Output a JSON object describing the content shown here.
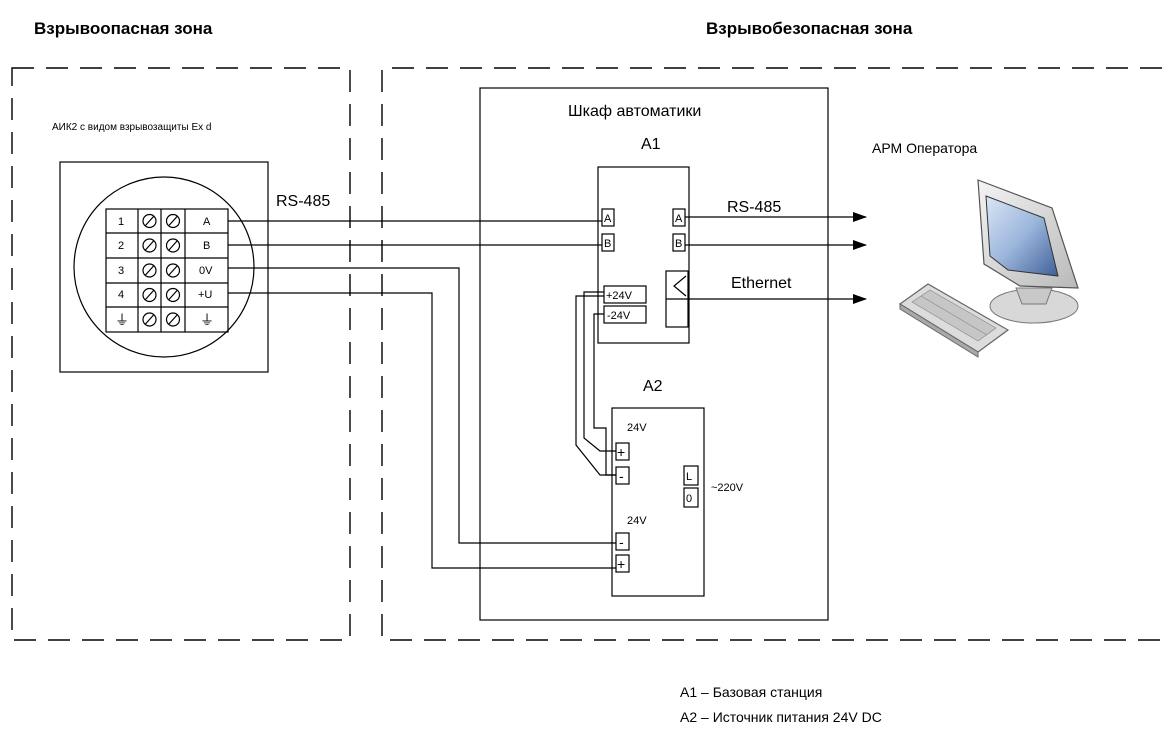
{
  "zones": {
    "hazardous": "Взрывоопасная зона",
    "safe": "Взрывобезопасная зона"
  },
  "device": {
    "title": "АИК2 с видом взрывозащиты Ex d",
    "terminals": [
      {
        "num": "1",
        "label": "A"
      },
      {
        "num": "2",
        "label": "B"
      },
      {
        "num": "3",
        "label": "0V"
      },
      {
        "num": "4",
        "label": "+U"
      }
    ],
    "ground_symbol": "⏚"
  },
  "cabinet": {
    "title": "Шкаф автоматики",
    "a1": {
      "name": "A1",
      "in_a": "A",
      "in_b": "B",
      "out_a": "A",
      "out_b": "B",
      "plus24": "+24V",
      "minus24": "-24V"
    },
    "a2": {
      "name": "A2",
      "top_voltage": "24V",
      "bottom_voltage": "24V",
      "plus": "+",
      "minus": "-",
      "l": "L",
      "zero": "0",
      "mains": "~220V"
    }
  },
  "links": {
    "rs485_left": "RS-485",
    "rs485_right": "RS-485",
    "ethernet": "Ethernet"
  },
  "operator": {
    "title": "АРМ Оператора"
  },
  "legend": [
    "А1 – Базовая станция",
    "А2 – Источник питания 24V DC"
  ]
}
